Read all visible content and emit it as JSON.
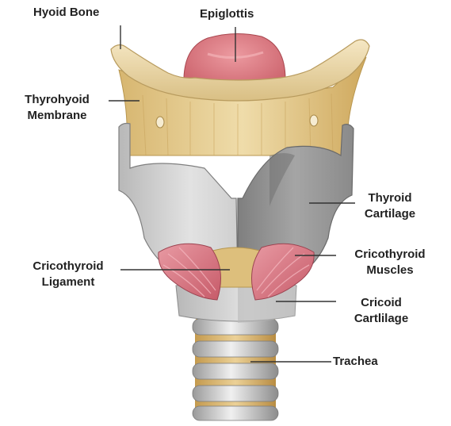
{
  "labels": {
    "hyoid_bone": "Hyoid Bone",
    "epiglottis": "Epiglottis",
    "thyrohyoid_membrane": [
      "Thyrohyoid",
      "Membrane"
    ],
    "thyroid_cartilage": [
      "Thyroid",
      "Cartilage"
    ],
    "cricothyroid_ligament": [
      "Cricothyroid",
      "Ligament"
    ],
    "cricothyroid_muscles": [
      "Cricothyroid",
      "Muscles"
    ],
    "cricoid_cartilage": [
      "Cricoid",
      "Cartlilage"
    ],
    "trachea": "Trachea"
  },
  "colors": {
    "text": "#222222",
    "leader_line": "#333333",
    "bone": "#ecd8a8",
    "membrane": "#dcc07a",
    "cartilage": "#c9c9c9",
    "cartilage_shadow": "#8e8e8e",
    "epiglottis": "#d9737a",
    "muscle": "#d97b86",
    "tracheal_ring": "#cfcfcf",
    "tracheal_gap": "#d9b066"
  }
}
